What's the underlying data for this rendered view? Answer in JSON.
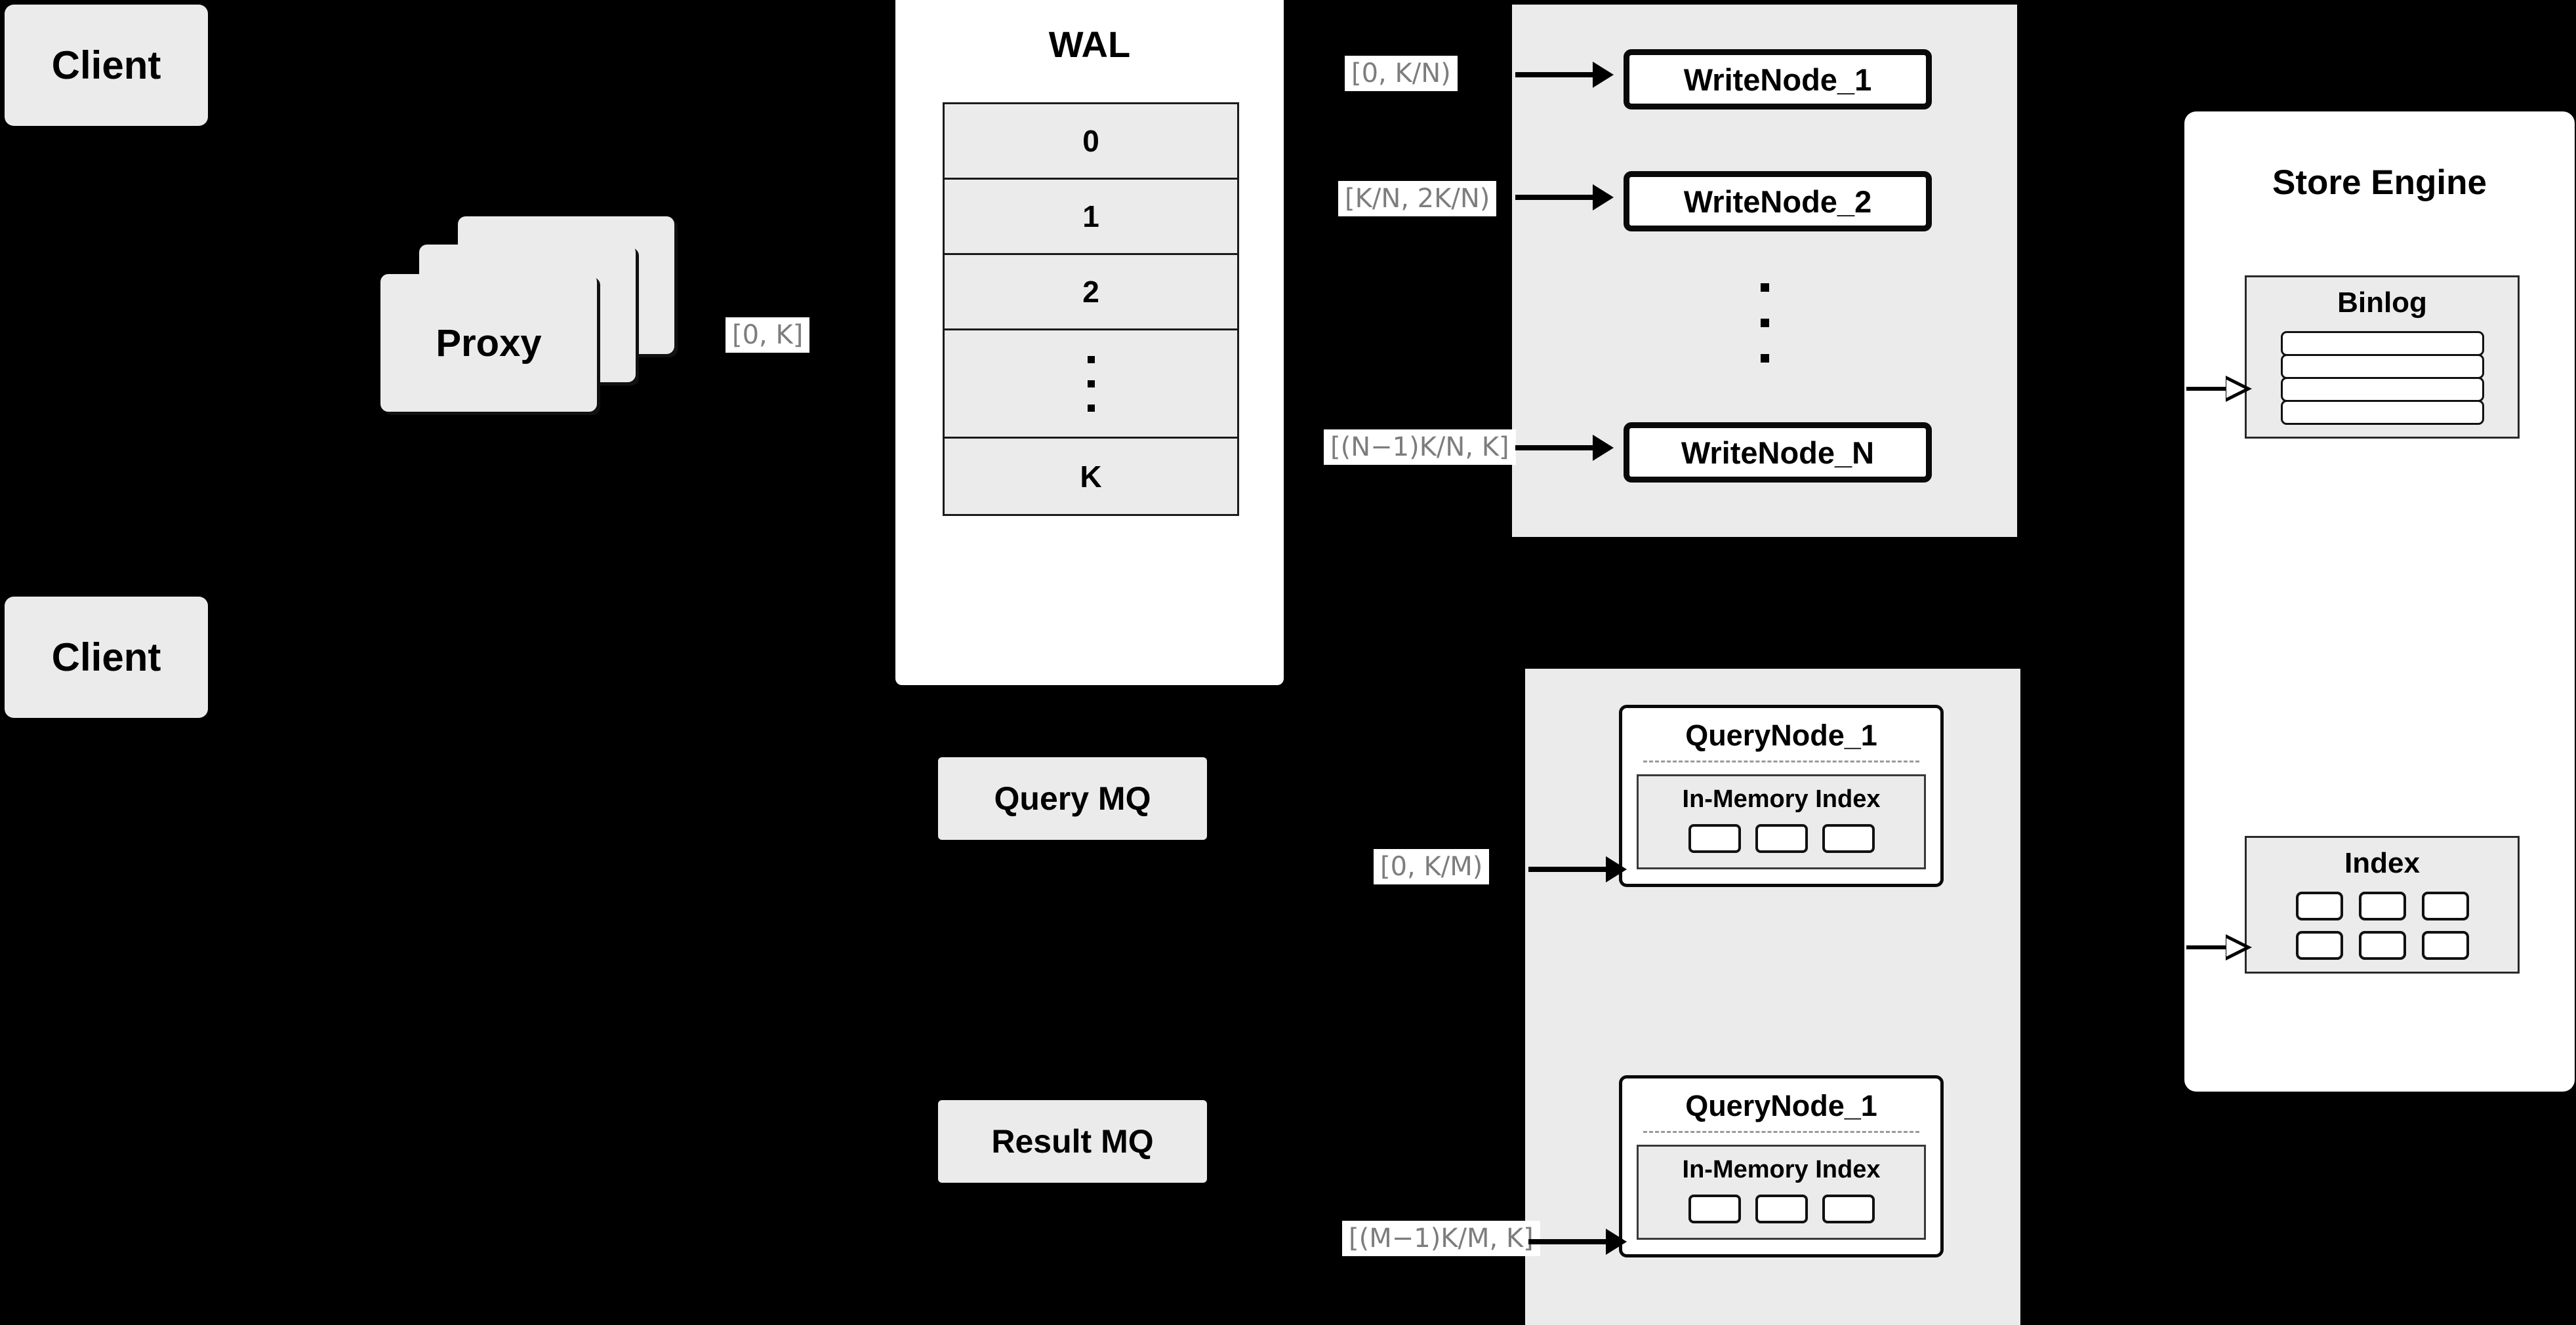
{
  "clients": [
    {
      "label": "Client"
    },
    {
      "label": "Client"
    }
  ],
  "proxy": {
    "label": "Proxy",
    "range_label": "[0, K]"
  },
  "wal": {
    "title": "WAL",
    "cells": [
      "0",
      "1",
      "2",
      "ellipsis",
      "K"
    ]
  },
  "message_queues": {
    "query_mq": "Query MQ",
    "result_mq": "Result MQ"
  },
  "write_cluster": {
    "nodes": [
      {
        "label": "WriteNode_1",
        "range_label": "[0,  K/N)"
      },
      {
        "label": "WriteNode_2",
        "range_label": "[K/N, 2K/N)"
      },
      {
        "label": "WriteNode_N",
        "range_label": "[(N−1)K/N,  K]"
      }
    ]
  },
  "query_cluster": {
    "nodes": [
      {
        "label": "QueryNode_1",
        "range_label": "[0, K/M)",
        "in_memory_index": {
          "title": "In-Memory Index",
          "slot_count": 3
        }
      },
      {
        "label": "QueryNode_1",
        "range_label": "[(M−1)K/M, K]",
        "in_memory_index": {
          "title": "In-Memory Index",
          "slot_count": 3
        }
      }
    ]
  },
  "store_engine": {
    "title": "Store Engine",
    "binlog": {
      "title": "Binlog",
      "row_count": 4
    },
    "index": {
      "title": "Index",
      "cell_count": 6
    }
  },
  "colors": {
    "background": "#000000",
    "card_gray": "#ebebeb",
    "panel_white": "#ffffff",
    "stroke_black": "#0a0a0a",
    "label_text_gray": "#7d7d7d"
  }
}
